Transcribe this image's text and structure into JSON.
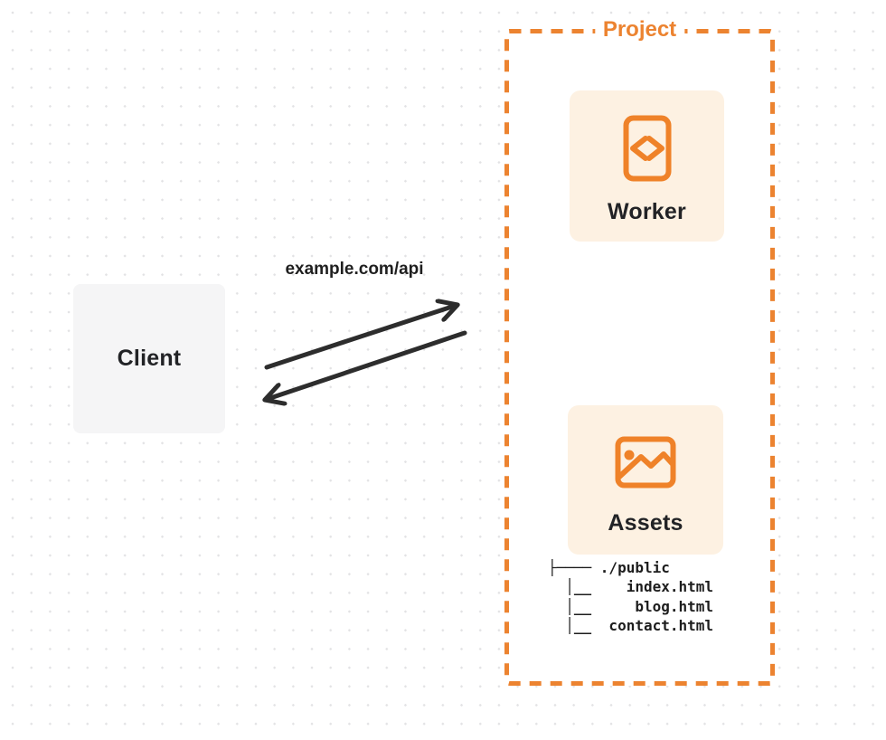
{
  "diagram": {
    "client": {
      "label": "Client"
    },
    "request": {
      "label": "example.com/api"
    },
    "project": {
      "label": "Project",
      "worker": {
        "label": "Worker",
        "icon": "code-icon"
      },
      "assets": {
        "label": "Assets",
        "icon": "image-icon"
      },
      "file_tree": {
        "text": "├──── ./public\n  │__    index.html\n  │__     blog.html\n  │__  contact.html"
      }
    },
    "colors": {
      "accent_orange": "#EC8330",
      "card_background": "#FDF1E2",
      "client_background": "#F5F5F6",
      "arrow_dark": "#2D2D2D",
      "text_dark": "#222326"
    }
  }
}
